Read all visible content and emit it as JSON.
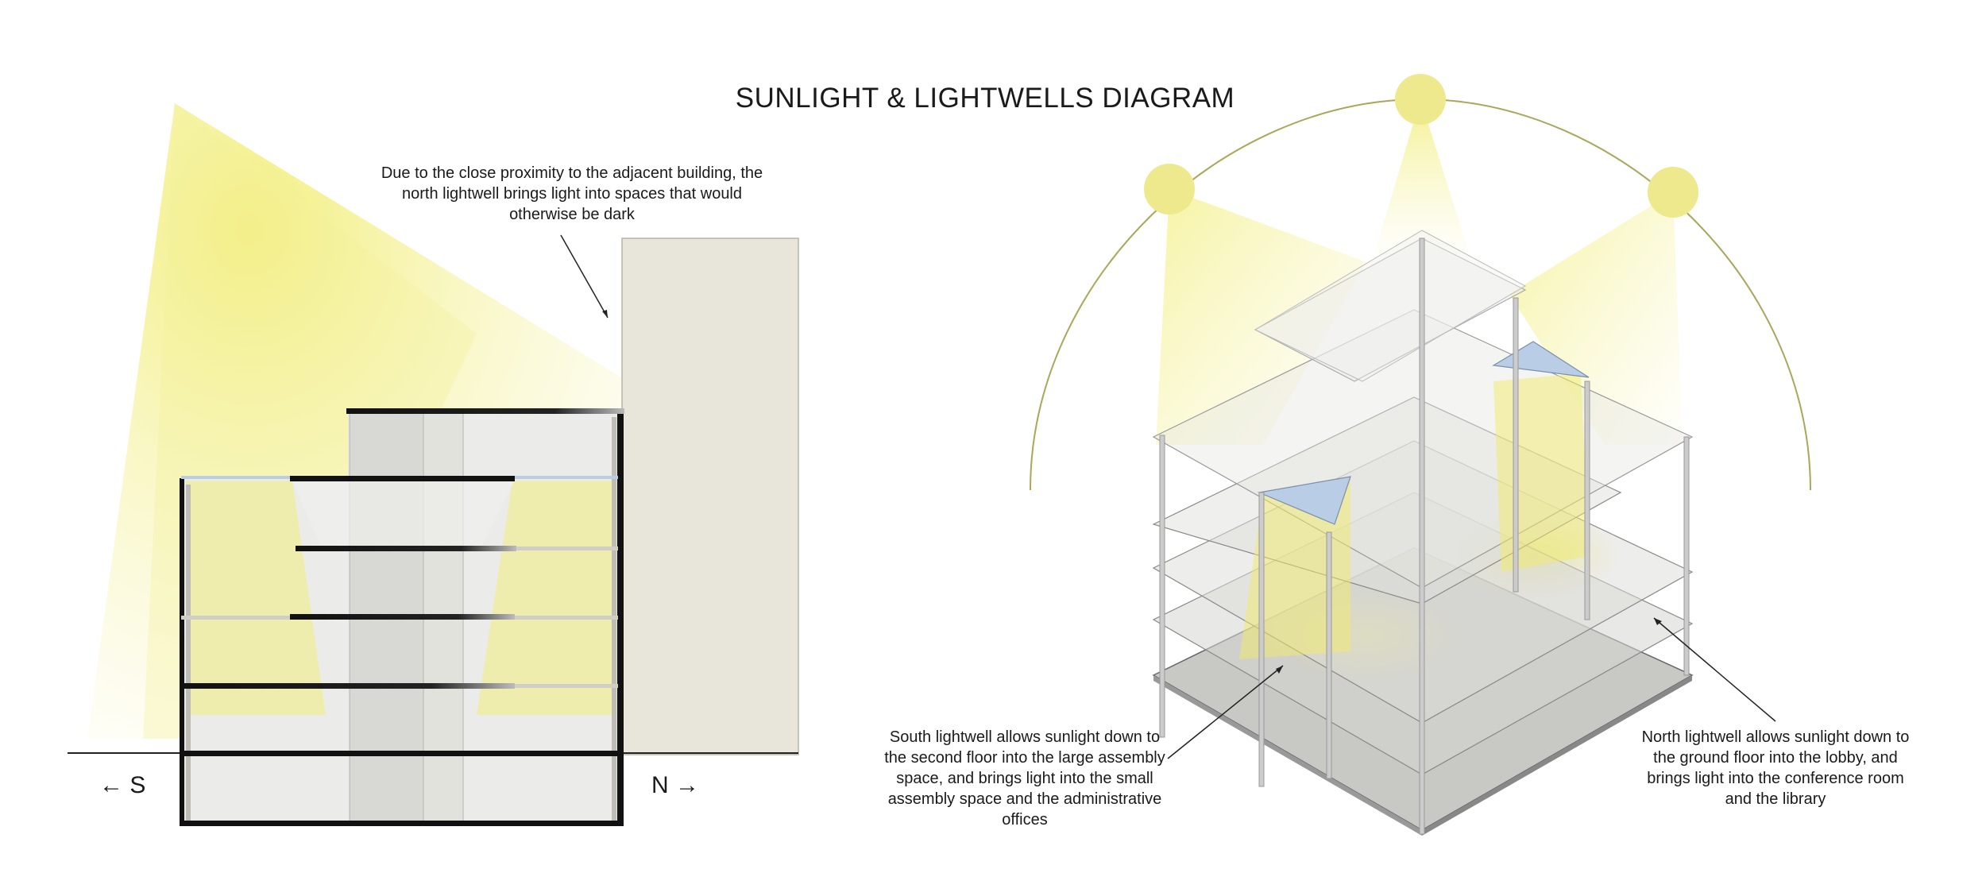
{
  "title": "SUNLIGHT & LIGHTWELLS DIAGRAM",
  "annotations": {
    "north_proximity": "Due to the close proximity to the adjacent building, the north lightwell brings light into spaces that would otherwise be dark",
    "south_lightwell": "South lightwell allows sunlight down to the second floor into the large assembly space, and brings light into the small assembly space and the administrative offices",
    "north_lightwell": "North lightwell allows sunlight down to the ground floor into the lobby, and brings light into the conference room and the library"
  },
  "directions": {
    "south": "← S",
    "north": "N →"
  },
  "colors": {
    "sun": "#ede98c",
    "sunlight": "#f5f19a",
    "adjacent_building": "#e8e5da",
    "slab": "#111111",
    "skylight_glass": "#b9cde6",
    "sun_path": "#a9a75a"
  }
}
